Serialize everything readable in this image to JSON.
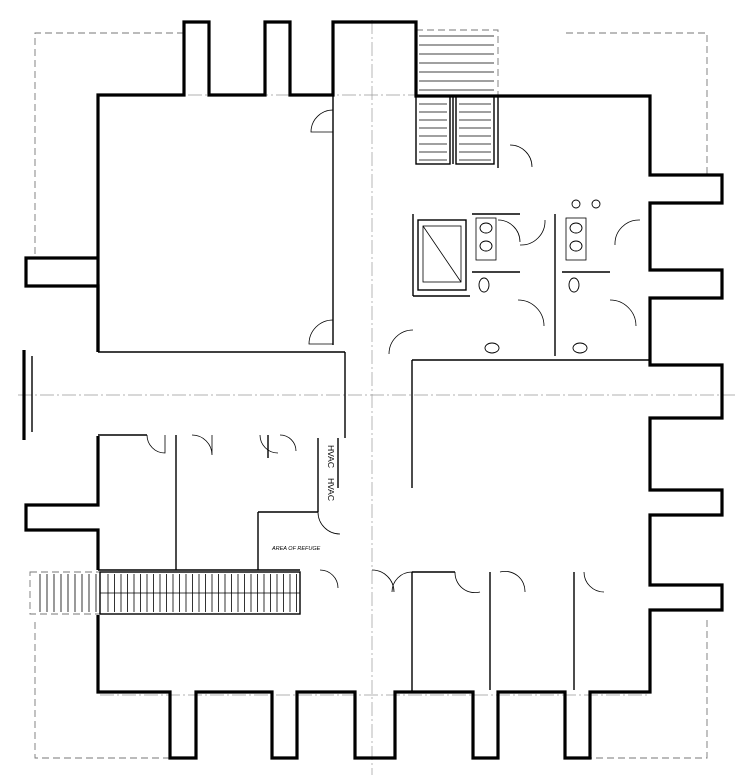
{
  "drawing": {
    "type": "architectural floor plan",
    "labels": {
      "hvac_upper": "HVAC",
      "hvac_lower": "HVAC",
      "refuge": "AREA OF REFUGE"
    }
  }
}
